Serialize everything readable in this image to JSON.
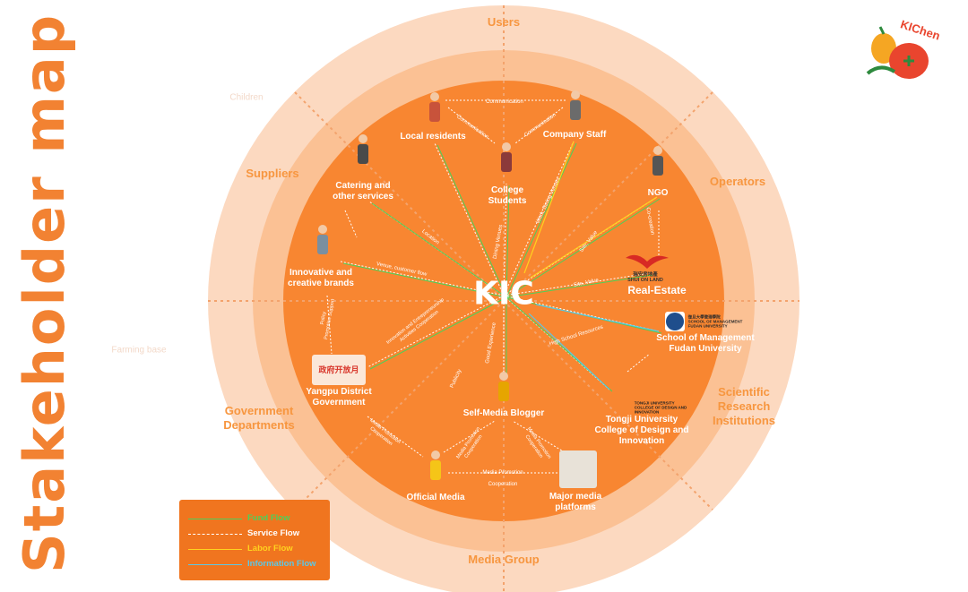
{
  "title": "Stakeholder map",
  "center": "KIC",
  "logo_text": "KIChen",
  "segments": {
    "users": "Users",
    "operators": "Operators",
    "scientific": "Scientific\nResearch\nInstitutions",
    "media_group": "Media Group",
    "government": "Government\nDepartments",
    "suppliers": "Suppliers"
  },
  "ghost_labels": {
    "children": "Children",
    "farming": "Farming base"
  },
  "stakeholders": {
    "local_residents": "Local residents",
    "company_staff": "Company Staff",
    "college_students": "College\nStudents",
    "ngo": "NGO",
    "real_estate": "Real-Estate",
    "catering": "Catering and\nother services",
    "brands": "Innovative and\ncreative brands",
    "fudan": "School of Management\nFudan University",
    "tongji": "Tongji University\nCollege of Design and\nInnovation",
    "yangpu": "Yangpu District\nGovernment",
    "self_media": "Self-Media Blogger",
    "official_media": "Official Media",
    "major_media": "Major media\nplatforms"
  },
  "logo_marks": {
    "shuion": "瑞安房地產\nSHUI ON LAND",
    "fudan_mark": "復旦大學管理學院\nSCHOOL OF MANAGEMENT\nFUDAN UNIVERSITY",
    "tongji_mark": "TONGJI UNIVERSITY\nCOLLEGE OF DESIGN AND\nINNOVATION",
    "yangpu_mark": "政府开放月"
  },
  "flow_labels": {
    "communication1": "Communication",
    "communication2": "Communication",
    "communication3": "Communication",
    "venue_cust": "Venue, customer flow",
    "location": "Location",
    "site_value": "Site, Value",
    "site_value2": "Site, Value",
    "cocreation": "Co-creation",
    "policy": "Policy\nPromotion Support",
    "innovation": "Innovation and Entrepreneurship\nActivities Cooperation",
    "high_school": "High School Resources",
    "good_exp": "Good Experience",
    "publicity": "Publicity",
    "media_promo1": "Media Promotion\nCooperation",
    "media_promo2": "Media Promotion\nCooperation",
    "media_promo3": "Media Promotion\nCooperation",
    "media_promo4": "Media Promotion",
    "coop": "Cooperation",
    "dining": "Dining Venues",
    "work": "Work, Dining Venues"
  },
  "legend": [
    {
      "label": "Fund Flow",
      "color": "#4cd15a"
    },
    {
      "label": "Service Flow",
      "color": "#ffffff"
    },
    {
      "label": "Labor Flow",
      "color": "#ffd21f"
    },
    {
      "label": "Information Flow",
      "color": "#5bc8e6"
    }
  ],
  "colors": {
    "outer_ring": "#fcd9c0",
    "middle_ring": "#fbc194",
    "inner": "#f88631",
    "title": "#f28232"
  }
}
